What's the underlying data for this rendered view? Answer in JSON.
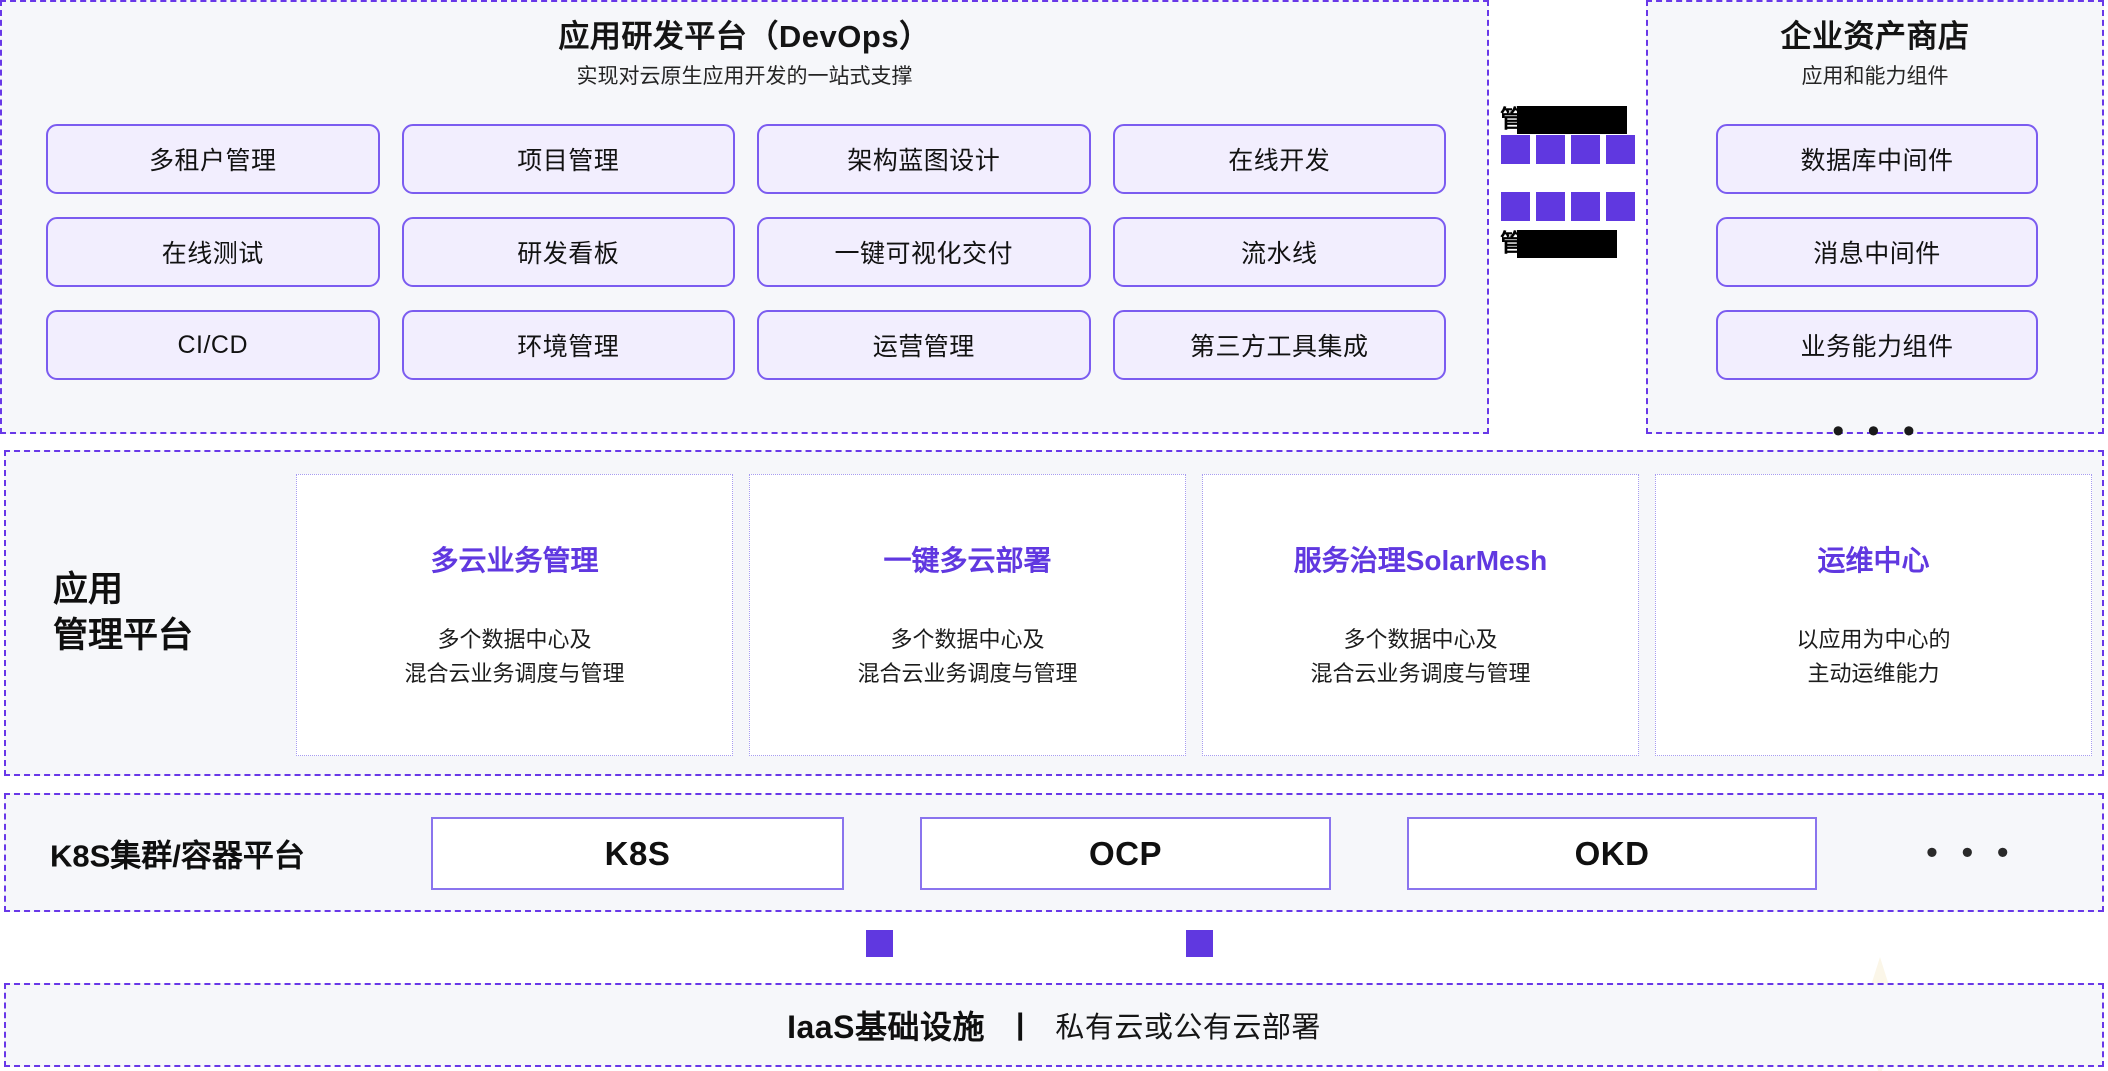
{
  "devops": {
    "title": "应用研发平台（DevOps）",
    "subtitle": "实现对云原生应用开发的一站式支撑",
    "items": [
      "多租户管理",
      "项目管理",
      "架构蓝图设计",
      "在线开发",
      "在线测试",
      "研发看板",
      "一键可视化交付",
      "流水线",
      "CI/CD",
      "环境管理",
      "运营管理",
      "第三方工具集成"
    ]
  },
  "middle_column": {
    "redacted_top_glyph": "管",
    "redacted_bottom_glyph": "管",
    "square_count_per_row": 4,
    "square_color": "#6038e0"
  },
  "asset_store": {
    "title": "企业资产商店",
    "subtitle": "应用和能力组件",
    "items": [
      "数据库中间件",
      "消息中间件",
      "业务能力组件"
    ],
    "more": "• • •"
  },
  "management": {
    "label": "应用\n管理平台",
    "cards": [
      {
        "title": "多云业务管理",
        "desc": "多个数据中心及\n混合云业务调度与管理"
      },
      {
        "title": "一键多云部署",
        "desc": "多个数据中心及\n混合云业务调度与管理"
      },
      {
        "title": "服务治理SolarMesh",
        "desc": "多个数据中心及\n混合云业务调度与管理"
      },
      {
        "title": "运维中心",
        "desc": "以应用为中心的\n主动运维能力"
      }
    ]
  },
  "k8s": {
    "label": "K8S集群/容器平台",
    "chips": [
      "K8S",
      "OCP",
      "OKD"
    ],
    "more": "• • •"
  },
  "iaas": {
    "strong": "IaaS基础设施",
    "separator": "|",
    "text": "私有云或公有云部署"
  },
  "colors": {
    "accent_purple": "#6038e0",
    "pill_border": "#7b5cf0",
    "pill_fill": "#f2eefe",
    "section_border": "#6938e8",
    "section_fill": "#f6f7fa"
  }
}
